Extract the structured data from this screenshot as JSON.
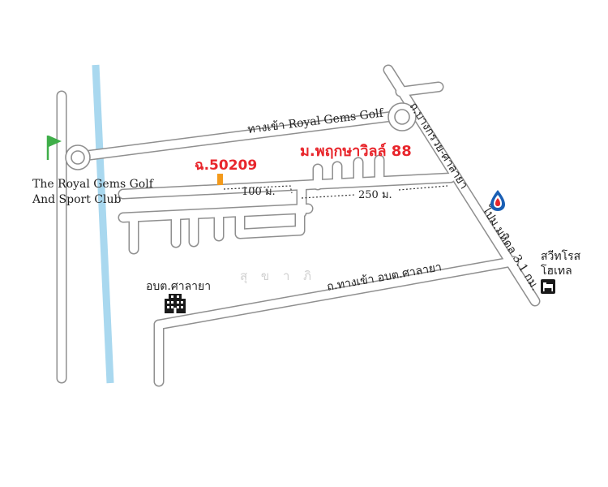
{
  "labels": {
    "golf_entrance": "ทางเข้า Royal Gems Golf",
    "golf_club_line1": "The Royal Gems Golf",
    "golf_club_line2": "And Sport Club",
    "village": "ม.พฤกษาวิลล์ 88",
    "soi": "ฉ.50209",
    "dist_100": "100 ม.",
    "dist_250": "250 ม.",
    "bang_kruai_road": "ถ.บางกรวย-ศาลายา",
    "to_mahidol": "ไปม.มหิดล 3.1 กม.",
    "hotel_line1": "สวีทโรส",
    "hotel_line2": "โฮเทล",
    "sao_name": "อบต.ศาลายา",
    "sao_road": "ถ.ทางเข้า อบต.ศาลายา",
    "faint_street": "สุ ข า ภิ"
  },
  "colors": {
    "canal": "#a9d8ef",
    "road_outline": "#8f8f8f",
    "flag": "#3fae49",
    "highlight_red": "#e8262c",
    "marker_orange": "#f39a1c",
    "ptt_blue": "#1a5fb4",
    "ptt_red": "#e8262c"
  },
  "icons": {
    "golf_flag": "golf-flag-icon",
    "gas_station": "ptt-gas-station-icon",
    "hotel": "hotel-bed-icon",
    "government_office": "government-building-icon"
  }
}
